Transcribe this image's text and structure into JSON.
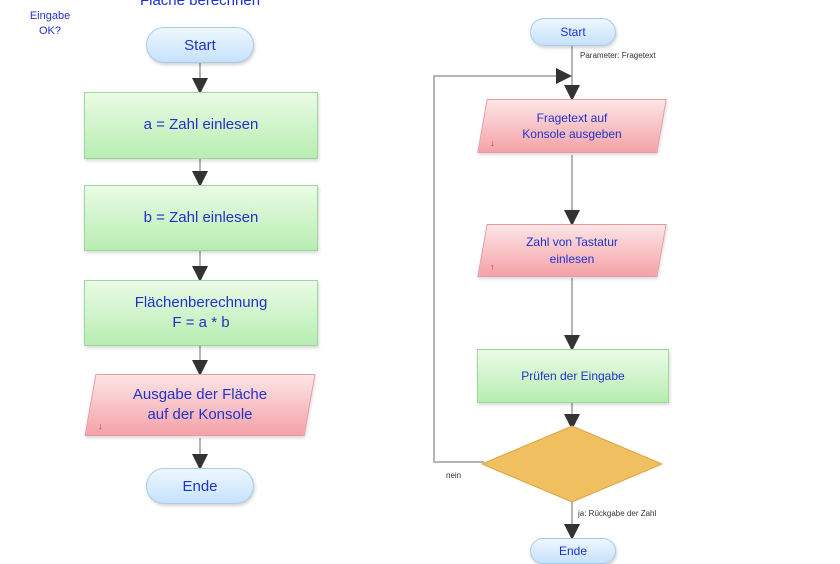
{
  "left_flow": {
    "title": "Fläche berechnen",
    "start": "Start",
    "step_a": "a = Zahl einlesen",
    "step_b": "b = Zahl einlesen",
    "step_calc": "Flächenberechnung\nF = a * b",
    "output": "Ausgabe der Fläche\nauf der Konsole",
    "end": "Ende"
  },
  "right_flow": {
    "start": "Start",
    "param_label": "Parameter: Fragetext",
    "output": "Fragetext auf\nKonsole ausgeben",
    "input": "Zahl von Tastatur\neinlesen",
    "check": "Prüfen der Eingabe",
    "decision": "Eingabe\nOK?",
    "no_label": "nein",
    "return_label": "ja: Rückgabe der Zahl",
    "end": "Ende"
  },
  "colors": {
    "text": "#2032c8",
    "terminal": "#c5e2fb",
    "process": "#b8edb1",
    "io": "#f4a2a8",
    "decision": "#f0c060",
    "connector": "#aaaaaa"
  }
}
